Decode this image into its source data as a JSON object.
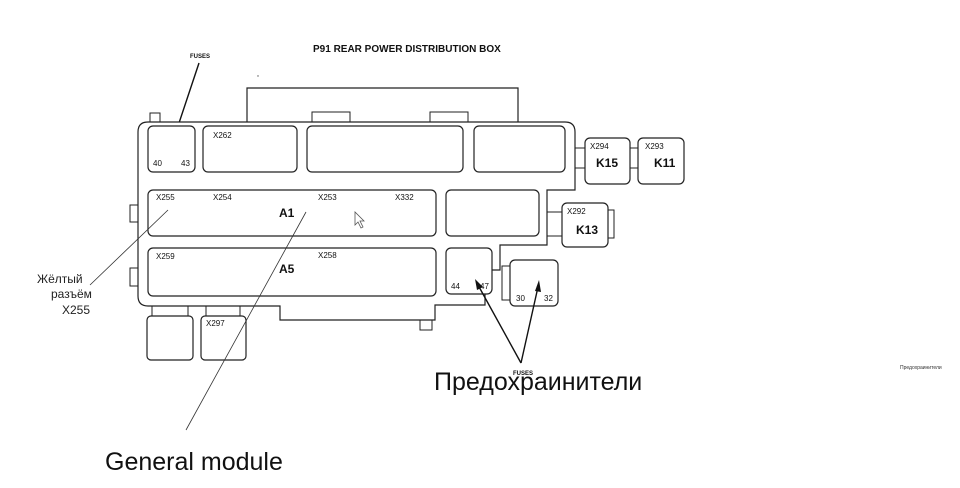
{
  "diagram": {
    "title": "P91 REAR POWER DISTRIBUTION BOX",
    "fuses_top_label": "FUSES",
    "fuses_bottom_label": "FUSES",
    "connectors": {
      "x262": "X262",
      "x255": "X255",
      "x254": "X254",
      "x253": "X253",
      "x332": "X332",
      "x259": "X259",
      "x258": "X258",
      "x297": "X297",
      "x294": "X294",
      "x293": "X293",
      "x292": "X292"
    },
    "modules": {
      "a1": "A1",
      "a5": "A5"
    },
    "relays": {
      "k15": "K15",
      "k11": "K11",
      "k13": "K13"
    },
    "fuse_numbers": {
      "f40": "40",
      "f43": "43",
      "f44": "44",
      "f47": "47",
      "f30": "30",
      "f32": "32"
    }
  },
  "annotations": {
    "yellow_connector_line1": "Жёлтый",
    "yellow_connector_line2": "разъём",
    "yellow_connector_line3": "X255",
    "fuses_ru": "Предохраинители",
    "fuses_ru_small": "Предохраинители",
    "general_module": "General  module"
  }
}
